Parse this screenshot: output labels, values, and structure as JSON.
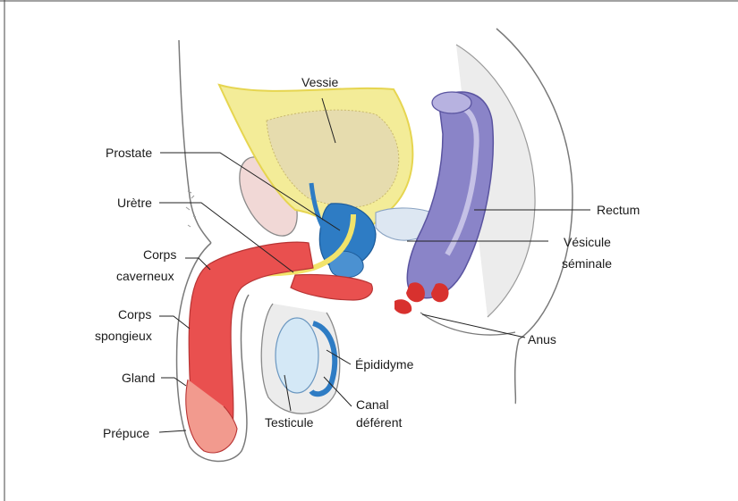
{
  "diagram": {
    "labels": {
      "vessie": "Vessie",
      "prostate": "Prostate",
      "uretre": "Urètre",
      "corps_caverneux_1": "Corps",
      "corps_caverneux_2": "caverneux",
      "corps_spongieux_1": "Corps",
      "corps_spongieux_2": "spongieux",
      "gland": "Gland",
      "prepuce": "Prépuce",
      "testicule": "Testicule",
      "epididyme": "Épididyme",
      "canal_deferent_1": "Canal",
      "canal_deferent_2": "déférent",
      "rectum": "Rectum",
      "vesicule_seminale_1": "Vésicule",
      "vesicule_seminale_2": "séminale",
      "anus": "Anus"
    },
    "colors": {
      "bladder_fill": "#e8dcaa",
      "bladder_outline": "#f0e15a",
      "urethra": "#f2e36a",
      "erectile_red": "#e9504f",
      "erectile_light": "#f29a8e",
      "prostate_blue": "#2e7cc4",
      "testis_blue": "#d4e8f6",
      "rectum_purple": "#8a84c8",
      "body_outline": "#7a7a7a",
      "leader_line": "#222222"
    }
  }
}
